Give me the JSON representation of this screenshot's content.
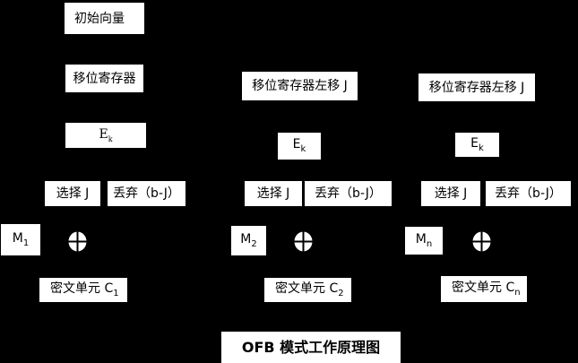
{
  "title": "OFB 模式工作原理图",
  "colors": {
    "background": "#000000",
    "box_fill": "#ffffff",
    "box_text": "#000000"
  },
  "c1": {
    "iv": "初始向量",
    "shift": "移位寄存器",
    "enc_base": "E",
    "enc_sub": "k",
    "select": "选择 J",
    "discard": "丢弃（b-J）",
    "msg_base": "M",
    "msg_sub": "1",
    "ct_base": "密文单元 C",
    "ct_sub": "1"
  },
  "c2": {
    "shift": "移位寄存器左移 J",
    "enc_base": "E",
    "enc_sub": "k",
    "select": "选择 J",
    "discard": "丢弃（b-J）",
    "msg_base": "M",
    "msg_sub": "2",
    "ct_base": "密文单元 C",
    "ct_sub": "2"
  },
  "c3": {
    "shift": "移位寄存器左移 J",
    "enc_base": "E",
    "enc_sub": "k",
    "select": "选择 J",
    "discard": "丢弃（b-J）",
    "msg_base": "M",
    "msg_sub": "n",
    "ct_base": "密文单元 C",
    "ct_sub": "n"
  }
}
